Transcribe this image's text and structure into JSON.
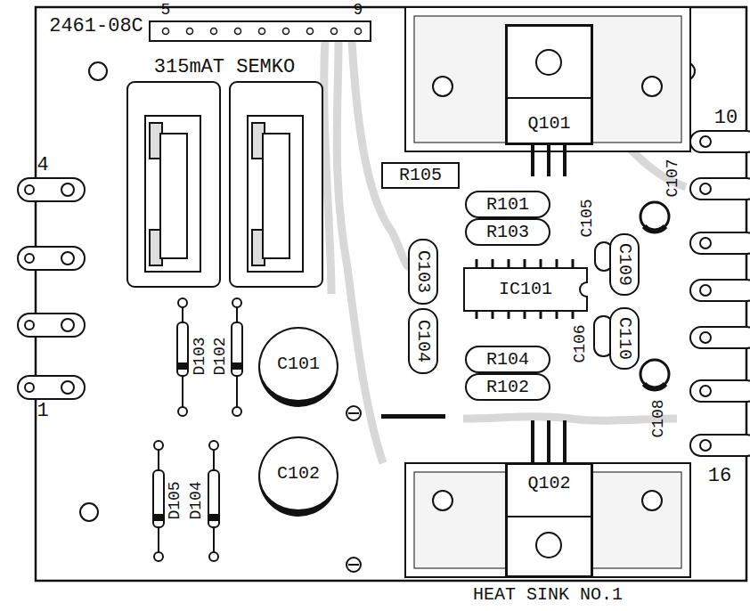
{
  "diagram": {
    "nodes": [
      {
        "text": [
          "Q101"
        ]
      },
      {
        "text": [
          "R105"
        ]
      },
      {
        "text": [
          "R101"
        ]
      },
      {
        "text": [
          "R103"
        ]
      },
      {
        "text": [
          "C103"
        ]
      },
      {
        "text": [
          "IC101"
        ]
      },
      {
        "text": [
          "C109"
        ]
      },
      {
        "text": [
          "C104"
        ]
      },
      {
        "text": [
          "C101"
        ]
      },
      {
        "text": [
          "R104"
        ]
      },
      {
        "text": [
          "R102"
        ]
      },
      {
        "text": [
          "C110"
        ]
      },
      {
        "text": [
          "C102"
        ]
      },
      {
        "text": [
          "Q102"
        ]
      }
    ],
    "labels": [
      "2461-08C",
      "5",
      "9",
      "315mAT SEMKO",
      "4",
      "10",
      "C107",
      "C105",
      "1",
      "D103",
      "D102",
      "C106",
      "C108",
      "16",
      "D105",
      "D104",
      "HEAT SINK NO.1"
    ]
  }
}
